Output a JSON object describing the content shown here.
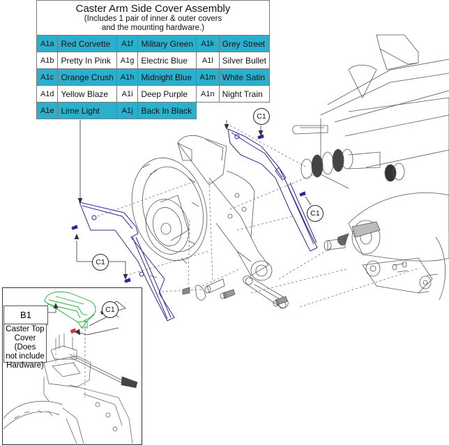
{
  "assembly": {
    "title": "Caster Arm Side Cover Assembly",
    "subtitle_line1": "(Includes 1 pair of inner & outer covers",
    "subtitle_line2": "and the mounting hardware.)",
    "highlight_color": "#2ab0cc",
    "rows": [
      {
        "highlight": true,
        "cells": [
          {
            "code": "A1a",
            "name": "Red Corvette"
          },
          {
            "code": "A1f",
            "name": "Military Green"
          },
          {
            "code": "A1k",
            "name": "Grey Street"
          }
        ]
      },
      {
        "highlight": false,
        "cells": [
          {
            "code": "A1b",
            "name": "Pretty In Pink"
          },
          {
            "code": "A1g",
            "name": "Electric Blue"
          },
          {
            "code": "A1l",
            "name": "Silver Bullet"
          }
        ]
      },
      {
        "highlight": true,
        "cells": [
          {
            "code": "A1c",
            "name": "Orange Crush"
          },
          {
            "code": "A1h",
            "name": "Midnight Blue"
          },
          {
            "code": "A1m",
            "name": "White Satin"
          }
        ]
      },
      {
        "highlight": false,
        "cells": [
          {
            "code": "A1d",
            "name": "Yellow Blaze"
          },
          {
            "code": "A1i",
            "name": "Deep Purple"
          },
          {
            "code": "A1n",
            "name": "Night Train"
          }
        ]
      },
      {
        "highlight": true,
        "cells": [
          {
            "code": "A1e",
            "name": "Lime Light"
          },
          {
            "code": "A1j",
            "name": "Back In Black"
          }
        ]
      }
    ]
  },
  "inset": {
    "part_label": "B1",
    "description": "Caster Top Cover (Does not include Hardware)",
    "description_lines": [
      "Caster Top",
      "Cover (Does",
      "not include",
      "Hardware)"
    ]
  },
  "callouts": {
    "c1_label": "C1"
  },
  "colors": {
    "side_cover": "#2a2a9a",
    "top_cover": "#1aa832",
    "hardware_inset": "#e03040",
    "line_art": "#555555"
  }
}
